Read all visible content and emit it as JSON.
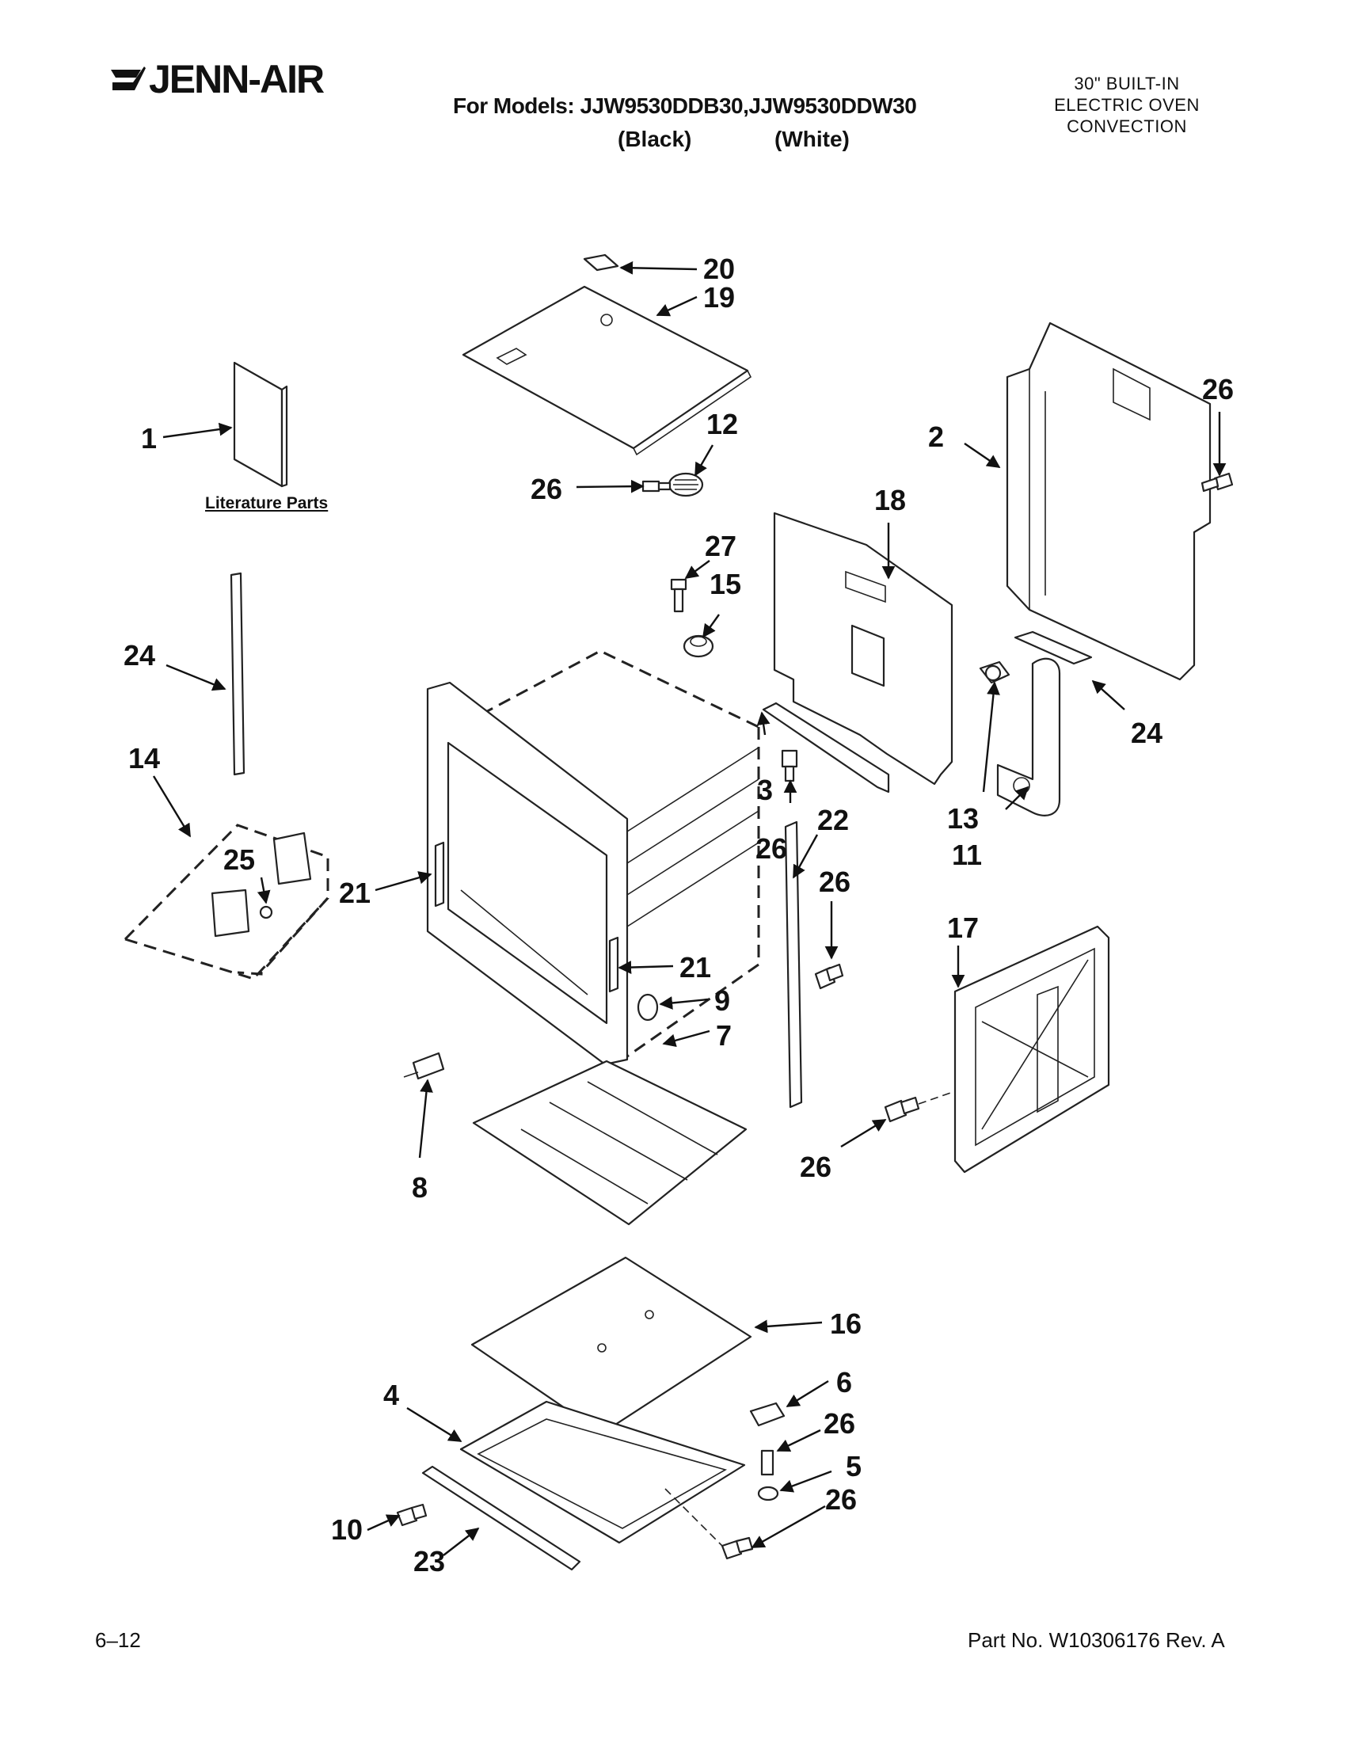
{
  "brand": {
    "name": "JENN-AIR"
  },
  "header": {
    "models_line": "For Models: JJW9530DDB30,JJW9530DDW30",
    "color_black": "(Black)",
    "color_white": "(White)",
    "product": [
      "30\" BUILT-IN",
      "ELECTRIC OVEN",
      "CONVECTION"
    ]
  },
  "diagram": {
    "literature_label": "Literature Parts",
    "callouts": {
      "c20": "20",
      "c19": "19",
      "c26a": "26",
      "c1": "1",
      "c2": "2",
      "c12": "12",
      "c26b": "26",
      "c18": "18",
      "c27": "27",
      "c15": "15",
      "c24a": "24",
      "c24b": "24",
      "c14": "14",
      "c3": "3",
      "c13": "13",
      "c22": "22",
      "c25": "25",
      "c26c": "26",
      "c26d": "26",
      "c11": "11",
      "c21a": "21",
      "c17": "17",
      "c21b": "21",
      "c9": "9",
      "c7": "7",
      "c26e": "26",
      "c8": "8",
      "c16": "16",
      "c6": "6",
      "c4": "4",
      "c26f": "26",
      "c5": "5",
      "c10": "10",
      "c26g": "26",
      "c23": "23"
    }
  },
  "footer": {
    "date": "6–12",
    "part_no": "Part No. W10306176 Rev. A"
  }
}
